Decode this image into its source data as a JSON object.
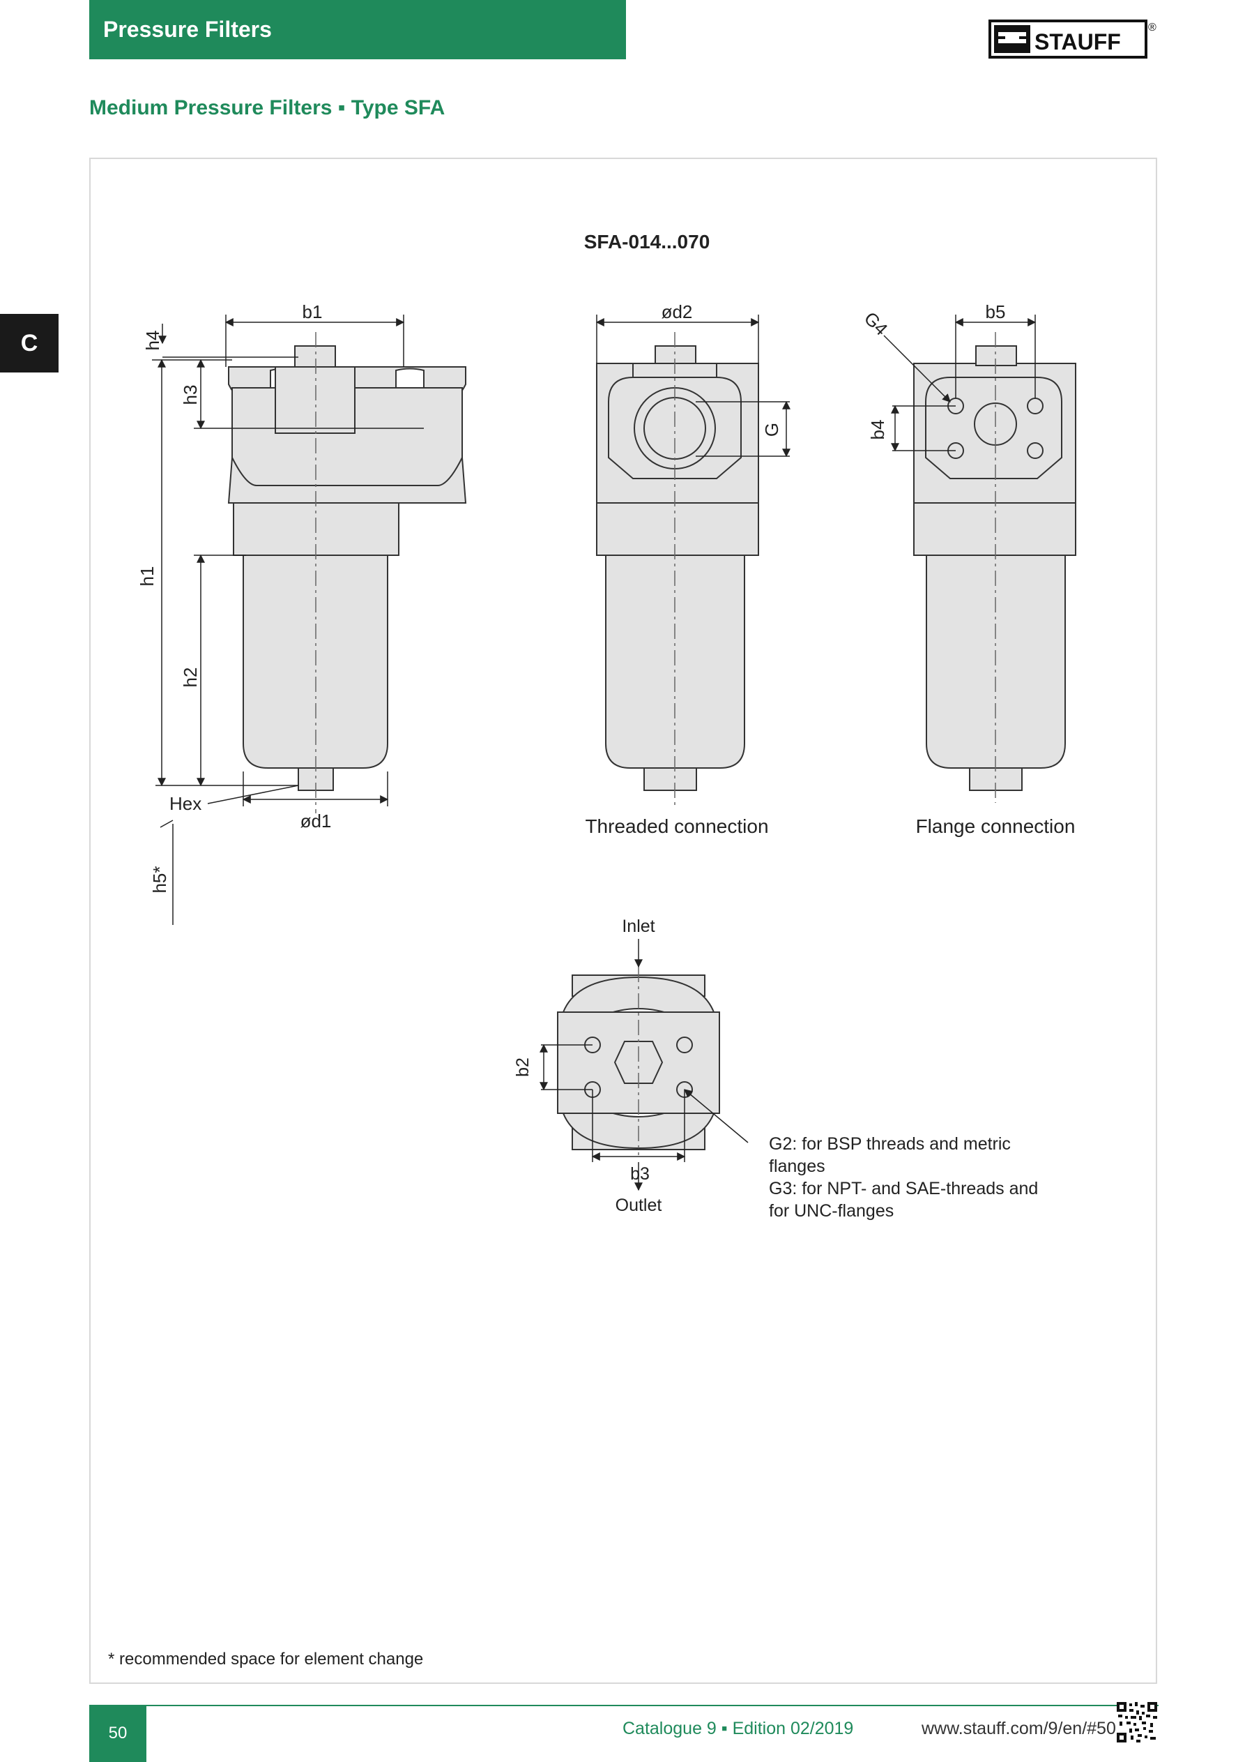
{
  "header": {
    "section_title": "Pressure Filters",
    "brand": "STAUFF",
    "registered_mark": "®",
    "subtitle": "Medium Pressure Filters ▪ Type SFA"
  },
  "side_tab": {
    "label": "C"
  },
  "figure": {
    "title": "SFA-014...070",
    "views": {
      "side": {
        "labels": [
          "b1",
          "h4",
          "h3",
          "h1",
          "h2",
          "Hex",
          "ød1",
          "h5*"
        ]
      },
      "threaded": {
        "caption": "Threaded connection",
        "labels": [
          "ød2",
          "G"
        ]
      },
      "flange": {
        "caption": "Flange connection",
        "labels": [
          "b5",
          "G4",
          "b4"
        ]
      },
      "top": {
        "inlet": "Inlet",
        "outlet": "Outlet",
        "labels": [
          "b2",
          "b3"
        ],
        "note_lines": [
          "G2: for BSP threads and metric",
          "flanges",
          "G3: for NPT- and SAE-threads and",
          "for UNC-flanges"
        ]
      }
    }
  },
  "footnote": "* recommended space for element change",
  "footer": {
    "page_number": "50",
    "catalogue": "Catalogue 9 ▪ Edition 02/2019",
    "website": "www.stauff.com/9/en/#50"
  },
  "colors": {
    "brand_green": "#1f8a5b",
    "dark": "#1a1a1a",
    "part_fill": "#e3e3e3"
  }
}
